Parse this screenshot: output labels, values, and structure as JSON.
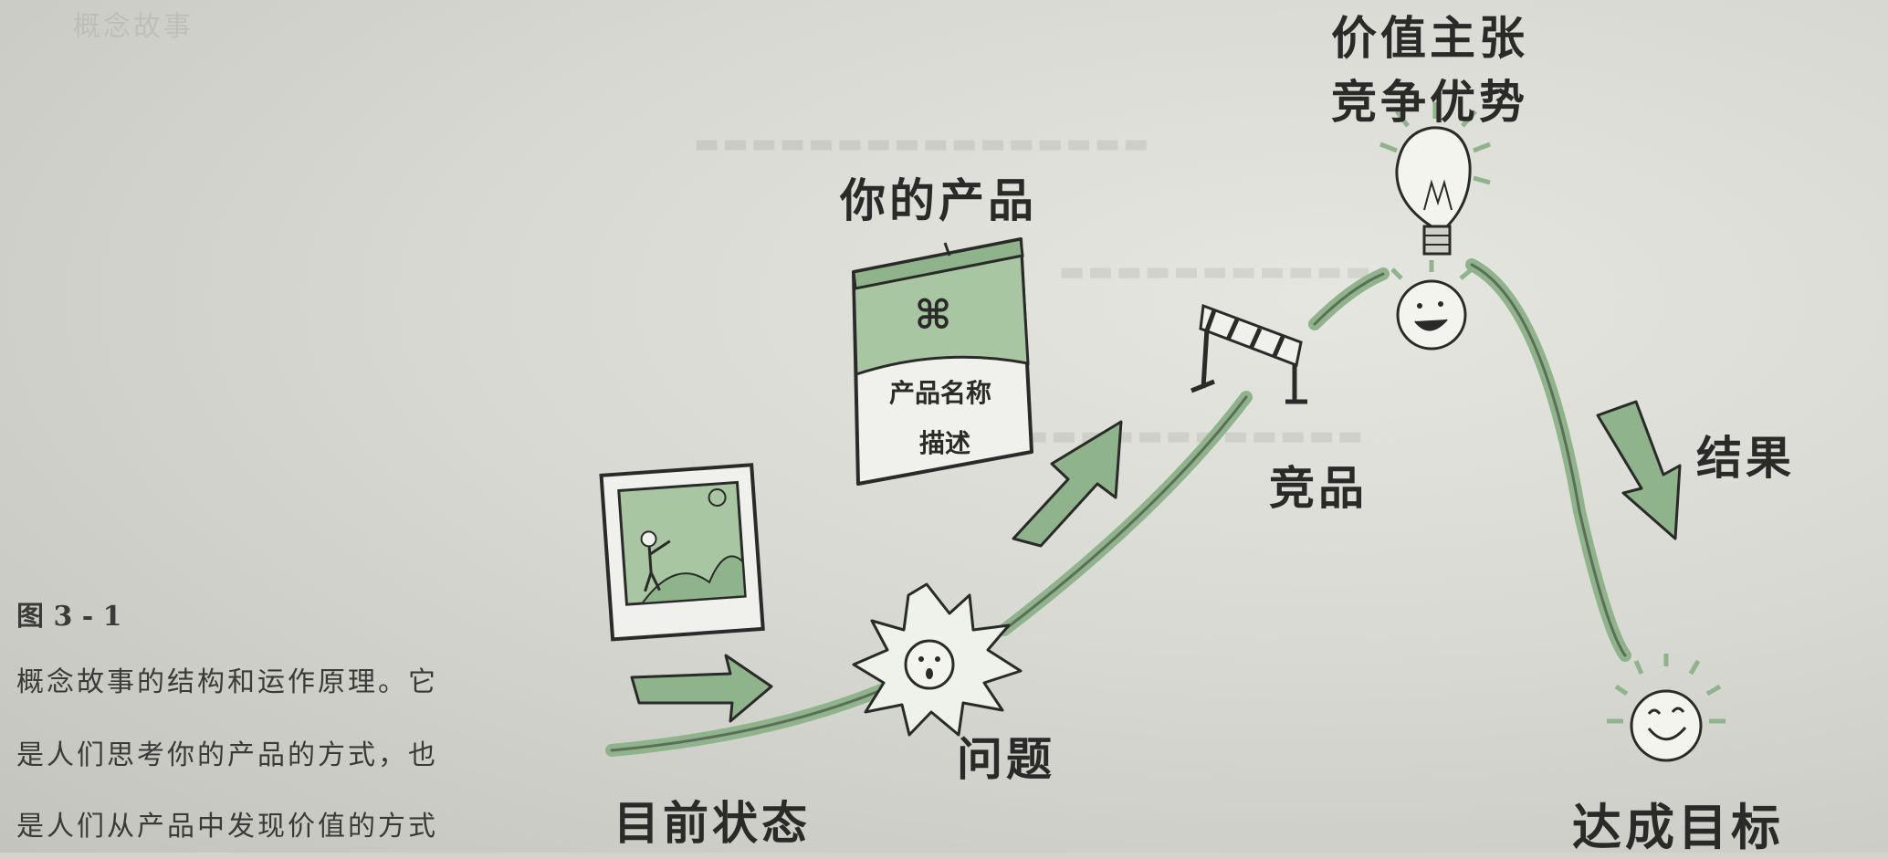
{
  "figure": {
    "number": "图 3 - 1",
    "caption_lines": [
      "概念故事的结构和运作原理。它",
      "是人们思考你的产品的方式，也",
      "是人们从产品中发现价值的方式"
    ]
  },
  "diagram": {
    "labels": {
      "current_state": "目前状态",
      "problem": "问题",
      "your_product": "你的产品",
      "competitor": "竞品",
      "value_proposition": "价值主张",
      "competitive_advantage": "竞争优势",
      "result": "结果",
      "goal_achieved": "达成目标"
    },
    "product_box": {
      "symbol": "⌘",
      "name": "产品名称",
      "description": "描述"
    }
  },
  "colors": {
    "paper": "#d9d9d3",
    "ink": "#2a2a28",
    "green": "#8fb38a"
  }
}
